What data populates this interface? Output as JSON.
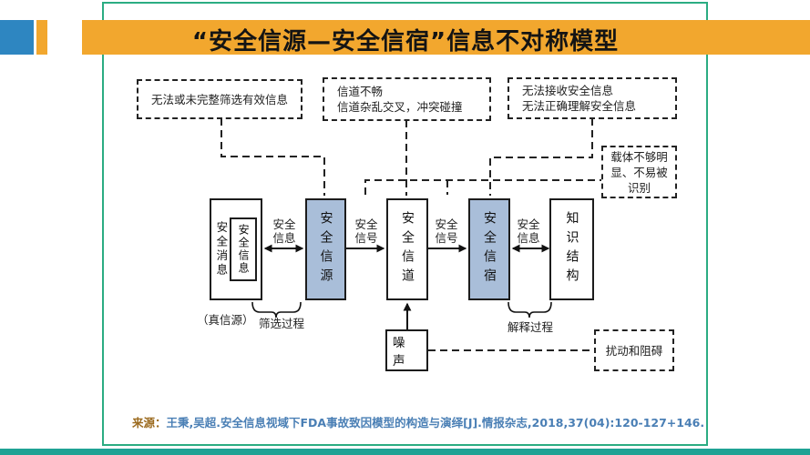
{
  "title": "“安全信源—安全信宿”信息不对称模型",
  "colors": {
    "banner": "#F2A72E",
    "deco_blue": "#2E86C1",
    "slide_border": "#2BAC82",
    "bottom_bar": "#1FA294",
    "flow_box_blue": "#A9BED9",
    "citation_prefix": "#9C6B1F",
    "citation_text": "#4A7FB5"
  },
  "notes": {
    "filter": "无法或未完整筛选有效信息",
    "channel": "信道不畅\n信道杂乱交叉，冲突碰撞",
    "receive": "无法接收安全信息\n无法正确理解安全信息",
    "carrier": "载体不够明显、不易被识别",
    "disturb": "扰动和阻碍"
  },
  "boxes": {
    "safety_message": "安全消息",
    "safety_info_inner": "安全信息",
    "source": "安全信源",
    "channel": "安全信道",
    "sink": "安全信宿",
    "knowledge": "知识结构",
    "noise": "噪声"
  },
  "arrow_labels": {
    "info_left": "安全\n信息",
    "signal_left": "安全\n信号",
    "signal_right": "安全\n信号",
    "info_right": "安全\n信息"
  },
  "annotations": {
    "true_source": "（真信源）",
    "filter_process": "筛选过程",
    "interpret_process": "解释过程"
  },
  "citation": {
    "prefix": "来源：",
    "text": "王秉,吴超.安全信息视域下FDA事故致因模型的构造与演绎[J].情报杂志,2018,37(04):120-127+146."
  }
}
